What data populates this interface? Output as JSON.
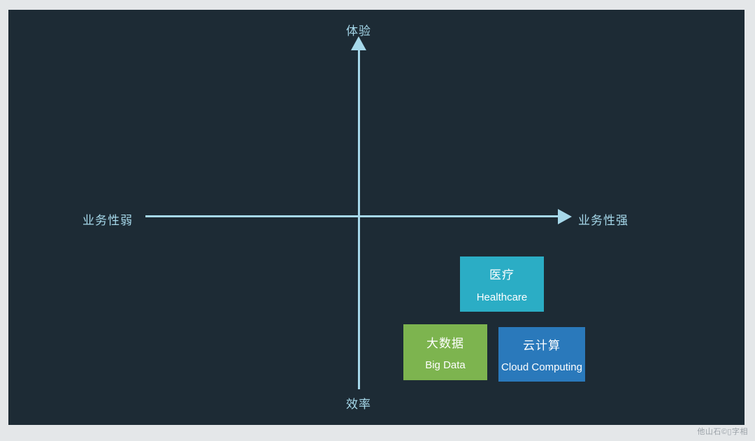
{
  "diagram": {
    "background_color": "#1d2b35",
    "frame_color": "#e4e7e9",
    "axes": {
      "axis_color": "#a6d8ea",
      "top_label": "体验",
      "bottom_label": "效率",
      "left_label": "业务性弱",
      "right_label": "业务性强"
    },
    "items": [
      {
        "name_zh": "医疗",
        "name_en": "Healthcare",
        "color": "#2badc5",
        "quadrant": "bottom-right"
      },
      {
        "name_zh": "大数据",
        "name_en": "Big Data",
        "color": "#7db44f",
        "quadrant": "bottom-right"
      },
      {
        "name_zh": "云计算",
        "name_en": "Cloud Computing",
        "color": "#2a79bb",
        "quadrant": "bottom-right"
      }
    ],
    "box_text_color": "#ffffff"
  },
  "watermark": "他山石©▯字相"
}
